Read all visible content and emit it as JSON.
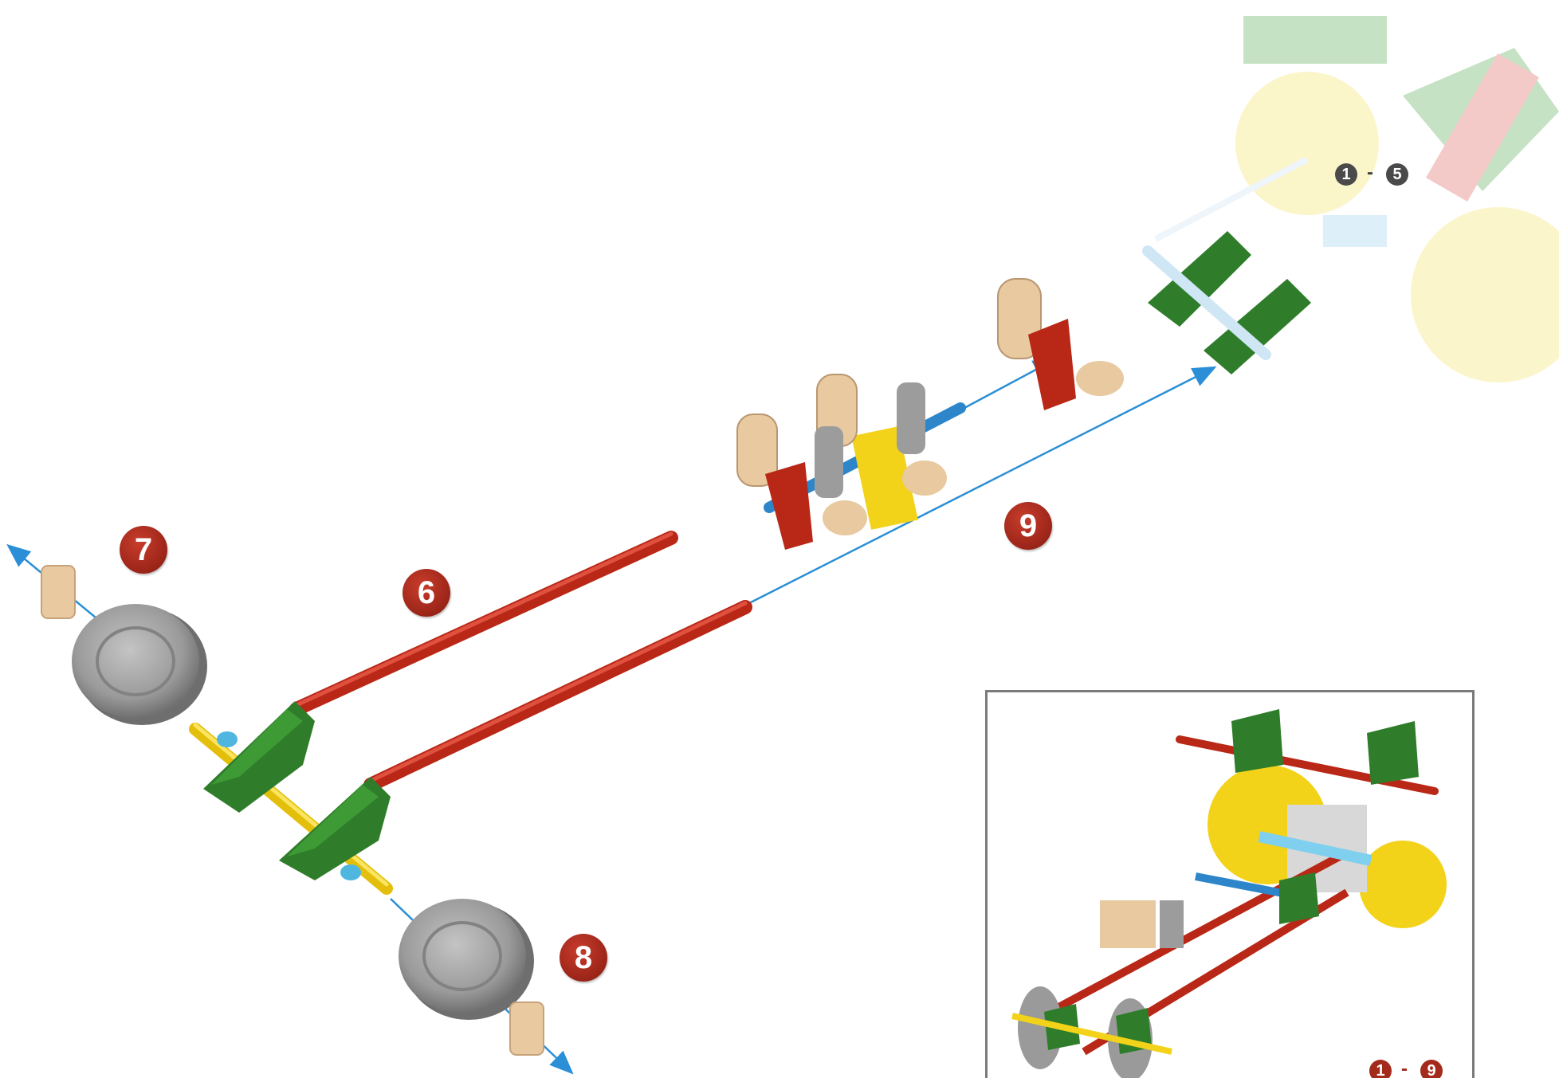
{
  "steps": [
    {
      "label": "6"
    },
    {
      "label": "7"
    },
    {
      "label": "8"
    },
    {
      "label": "9"
    }
  ],
  "range_top": {
    "from": "1",
    "sep": "-",
    "to": "5"
  },
  "range_inset": {
    "from": "1",
    "sep": "-",
    "to": "9"
  },
  "colors": {
    "red_rod": "#c8321f",
    "green_connector": "#2f7d2a",
    "yellow_rod": "#f3d21a",
    "blue_rod": "#2d86c9",
    "gray_wheel": "#9a9a9a",
    "tan_part": "#e8c9a0",
    "arrow": "#2a8fd6"
  }
}
